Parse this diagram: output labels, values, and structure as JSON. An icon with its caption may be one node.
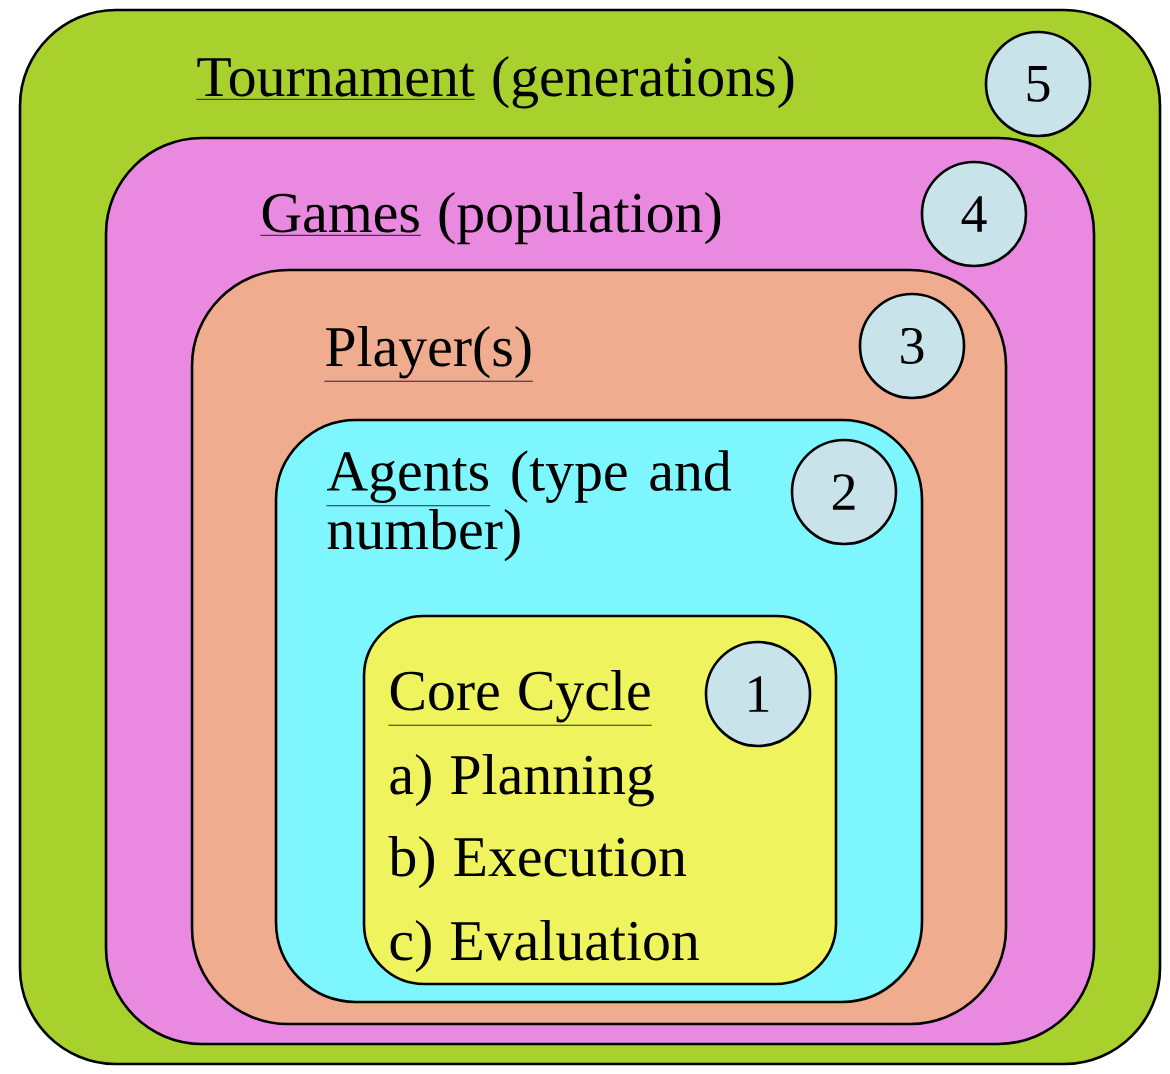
{
  "diagram": {
    "nodes": [
      {
        "text": [
          "Tournament",
          "(generations)"
        ]
      },
      {
        "text": [
          "5"
        ],
        "in": 0
      },
      {
        "text": [
          "Games",
          "(population)"
        ],
        "in": 0
      },
      {
        "text": [
          "4"
        ],
        "in": 2
      },
      {
        "text": [
          "Player(s)"
        ],
        "in": 2
      },
      {
        "text": [
          "3"
        ],
        "in": 4
      },
      {
        "text": [
          "Agents",
          "(type and number)"
        ],
        "in": 4
      },
      {
        "text": [
          "2"
        ],
        "in": 6
      },
      {
        "text": [
          "Core Cycle",
          "a) Planning",
          "b) Execution",
          "c) Evaluation"
        ],
        "in": 6
      },
      {
        "text": [
          "1"
        ],
        "in": 8
      }
    ]
  }
}
